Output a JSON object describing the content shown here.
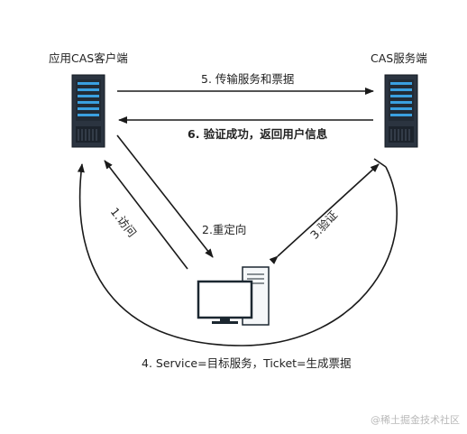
{
  "nodes": {
    "client_label": "应用CAS客户端",
    "server_label": "CAS服务端"
  },
  "arrows": {
    "step1": "1.访问",
    "step2": "2.重定向",
    "step3": "3.验证",
    "step4": "4. Service=目标服务，Ticket=生成票据",
    "step5": "5. 传输服务和票据",
    "step6": "6. 验证成功，返回用户信息"
  },
  "watermark": "@稀土掘金技术社区",
  "colors": {
    "line": "#1a1a1a",
    "server_body": "#2b3440",
    "server_accent": "#3aa0e0",
    "monitor_screen": "#ffffff",
    "monitor_frame": "#1b2730"
  }
}
